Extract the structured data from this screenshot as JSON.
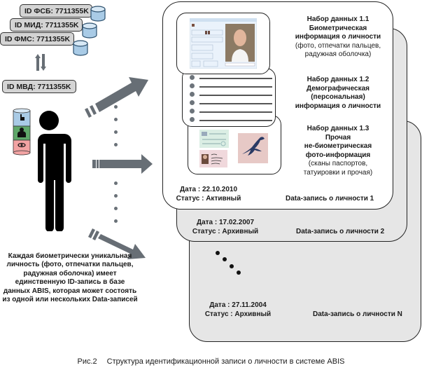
{
  "id_records": [
    {
      "label": "ID ФСБ:",
      "value": "7711355K"
    },
    {
      "label": "ID МИД:",
      "value": "7711355K"
    },
    {
      "label": "ID ФМС:",
      "value": "7711355K"
    }
  ],
  "mvd_record": {
    "label": "ID МВД:",
    "value": "7711355K"
  },
  "description": "Каждая биометрически уникальная личность (фото, отпечатки пальцев, радужная оболочка) имеет единственную ID-запись в базе данных ABIS, которая может состоять из одной или нескольких Data-записей",
  "datasets": [
    {
      "title": "Набор данных 1.1",
      "lines_bold": [
        "Биометрическая",
        "информация о личности"
      ],
      "lines_normal": [
        "(фото, отпечатки пальцев,",
        "радужная оболочка)"
      ]
    },
    {
      "title": "Набор данных 1.2",
      "lines_bold": [
        "Демографическая",
        "(персональная)",
        "информация о личности"
      ],
      "lines_normal": []
    },
    {
      "title": "Набор данных 1.3",
      "lines_bold": [
        "Прочая",
        "не-биометрическая",
        "фото-информация"
      ],
      "lines_normal": [
        "(сканы паспортов,",
        "татуировки  и прочая)"
      ]
    }
  ],
  "data_records": [
    {
      "date": "Дата : 22.10.2010",
      "status": "Статус : Активный",
      "name": "Data-запись о личности 1"
    },
    {
      "date": "Дата : 17.02.2007",
      "status": "Статус : Архивный",
      "name": "Data-запись о личности 2"
    },
    {
      "date": "Дата : 27.11.2004",
      "status": "Статус : Архивный",
      "name": "Data-запись о личности N"
    }
  ],
  "caption": {
    "number": "Рис.2",
    "text": "Структура идентификационной записи о личности в системе ABIS"
  },
  "colors": {
    "arrow": "#676e75",
    "card_gray": "#e6e6e6",
    "id_box": "#d4d4d4",
    "cyl_blue": "#a9cbe6",
    "cyl_green": "#5fa86a",
    "cyl_red": "#f2a3a3"
  }
}
